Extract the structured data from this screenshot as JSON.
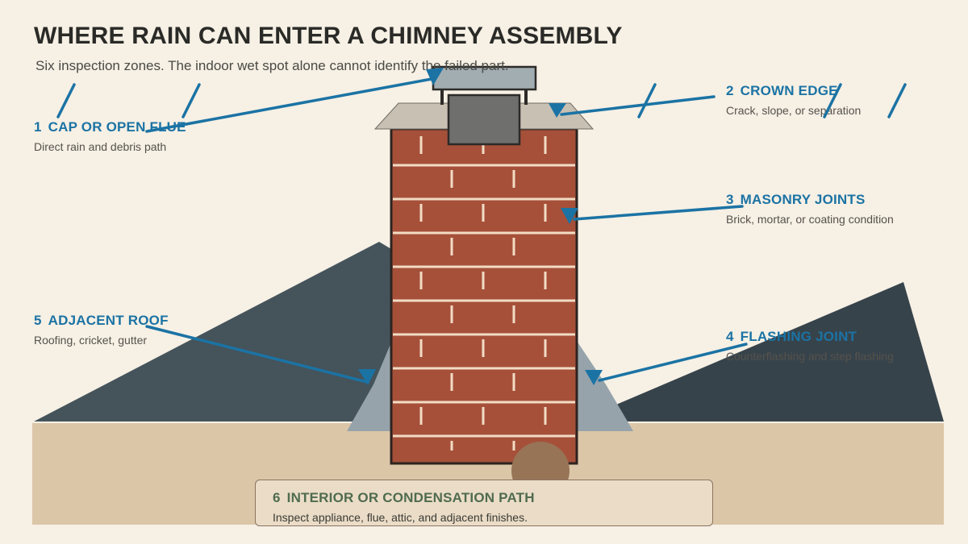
{
  "title": "WHERE RAIN CAN ENTER A CHIMNEY ASSEMBLY",
  "subtitle": "Six inspection zones. The indoor wet spot alone cannot identify the failed part.",
  "zones": [
    {
      "num": "1",
      "title": "CAP OR OPEN FLUE",
      "desc": "Direct rain and debris path"
    },
    {
      "num": "2",
      "title": "CROWN EDGE",
      "desc": "Crack, slope, or separation"
    },
    {
      "num": "3",
      "title": "MASONRY JOINTS",
      "desc": "Brick, mortar, or coating condition"
    },
    {
      "num": "4",
      "title": "FLASHING JOINT",
      "desc": "Counterflashing and step flashing"
    },
    {
      "num": "5",
      "title": "ADJACENT ROOF",
      "desc": "Roofing, cricket, gutter"
    },
    {
      "num": "6",
      "title": "INTERIOR OR CONDENSATION PATH",
      "desc": "Inspect appliance, flue, attic, and adjacent finishes."
    }
  ],
  "colors": {
    "background": "#f6f0e5",
    "roof_left": "#45535b",
    "roof_right": "#37434b",
    "attic": "#dbc6a8",
    "brick": "#a6503a",
    "mortar": "#f2dcc4",
    "crown": "#c8c0b2",
    "cap": "#a2adb2",
    "flashing": "#96a3aa",
    "callout_blue": "#1b73a4",
    "callout_green": "#4f6b4f",
    "stain": "#987457"
  },
  "icons": [
    "rain-streak-icon",
    "arrow-head-icon",
    "wet-stain-icon"
  ]
}
